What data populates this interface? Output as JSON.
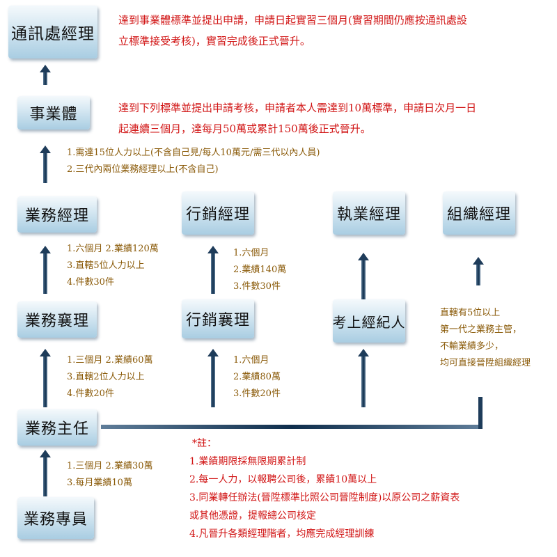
{
  "boxes": {
    "director": "通訊處經理",
    "enterprise": "事業體",
    "biz_manager": "業務經理",
    "marketing_manager": "行銷經理",
    "practice_manager": "執業經理",
    "org_manager": "組織經理",
    "biz_assoc_manager": "業務襄理",
    "marketing_assoc_manager": "行銷襄理",
    "licensed_agent": "考上經紀人",
    "biz_supervisor": "業務主任",
    "biz_specialist": "業務專員"
  },
  "requirements": {
    "director": [
      "達到事業體標準並提出申請，申請日起實習三個月(實習期間仍應按通訊處設",
      "立標準接受考核)，實習完成後正式晉升。"
    ],
    "enterprise": [
      "達到下列標準並提出申請考核，申請者本人需達到10萬標準，申請日次月一日",
      "起連續三個月，達每月50萬或累計150萬後正式晉升。"
    ],
    "to_enterprise": [
      "1.需達15位人力以上(不含自己見/每人10萬元/需三代以內人員)",
      "2.三代內兩位業務經理以上(不含自己)"
    ],
    "to_biz_manager": [
      "1.六個月  2.業績120萬",
      "3.直轄5位人力以上",
      "4.件數30件"
    ],
    "to_marketing_manager": [
      "1.六個月",
      "2.業績140萬",
      "3.件數30件"
    ],
    "to_org_manager": [
      "直轄有5位以上",
      "第一代之業務主管，",
      "不輸業績多少，",
      "均可直接晉陞組織經理"
    ],
    "to_biz_assoc_manager": [
      "1.三個月  2.業績60萬",
      "3.直轄2位人力以上",
      "4.件數20件"
    ],
    "to_marketing_assoc_manager": [
      "1.六個月",
      "2.業績80萬",
      "3.件數20件"
    ],
    "to_biz_supervisor": [
      "1.三個月  2.業績30萬",
      "3.每月業績10萬"
    ]
  },
  "notes": {
    "title": "*註：",
    "items": [
      "1.業績期限採無限期累計制",
      "2.每一人力，以報聘公司後，累績10萬以上",
      "3.同業轉任辦法(晉陞標準比照公司晉陞制度)以原公司之薪資表",
      "或其他憑證，提報總公司核定",
      "4.凡晉升各類經理階者，均應完成經理訓練"
    ]
  },
  "colors": {
    "requirement_red": "#d11414",
    "requirement_brown": "#8a5a08",
    "box_light": "#f4f9fc",
    "box_dark": "#a9cde2",
    "arrow": "#1e3c5a"
  }
}
